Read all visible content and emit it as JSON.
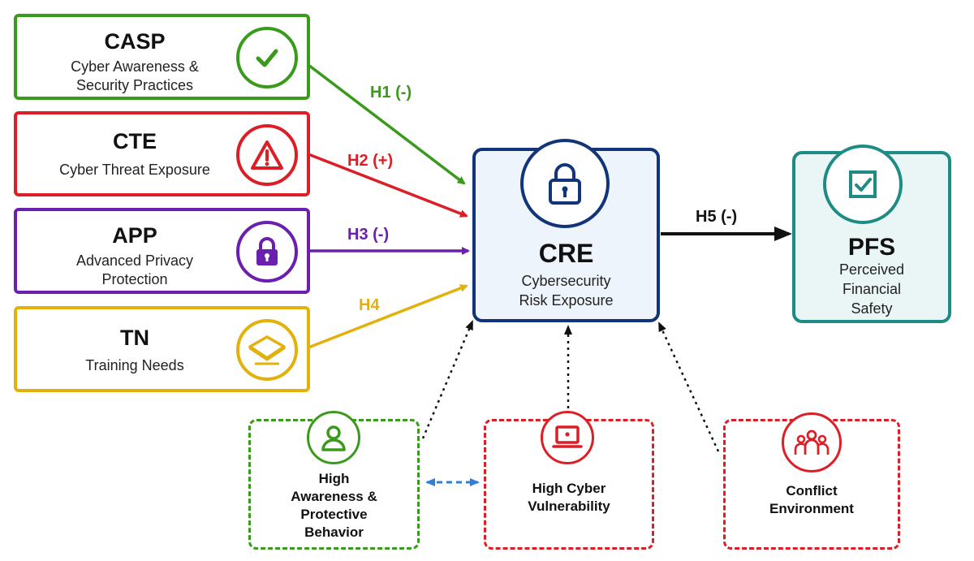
{
  "colors": {
    "green": "#3a9a1c",
    "red": "#dc1f26",
    "purple": "#6a1fae",
    "gold": "#e2b10c",
    "navy": "#12357a",
    "teal": "#1e8c85",
    "blue": "#2f7fd6",
    "cre_fill": "#eef4fb",
    "pfs_fill": "#eaf6f5"
  },
  "constructs": {
    "casp": {
      "abbr": "CASP",
      "desc": "Cyber Awareness &\nSecurity Practices",
      "icon": "check-icon"
    },
    "cte": {
      "abbr": "CTE",
      "desc": "Cyber Threat Exposure",
      "icon": "warning-icon"
    },
    "app": {
      "abbr": "APP",
      "desc": "Advanced Privacy\nProtection",
      "icon": "padlock-icon"
    },
    "tn": {
      "abbr": "TN",
      "desc": "Training Needs",
      "icon": "envelope-icon"
    },
    "cre": {
      "abbr": "CRE",
      "desc": "Cybersecurity\nRisk Exposure",
      "icon": "lock-icon"
    },
    "pfs": {
      "abbr": "PFS",
      "desc": "Perceived\nFinancial\nSafety",
      "icon": "checkbox-icon"
    }
  },
  "hypotheses": {
    "h1": "H1 (-)",
    "h2": "H2 (+)",
    "h3": "H3 (-)",
    "h4": "H4",
    "h5": "H5 (-)"
  },
  "moderators": {
    "awareness": {
      "label": "High\nAwareness &\nProtective\nBehavior",
      "icon": "person-icon"
    },
    "vulnerability": {
      "label": "High Cyber\nVulnerability",
      "icon": "laptop-icon"
    },
    "conflict": {
      "label": "Conflict\nEnvironment",
      "icon": "group-icon"
    }
  }
}
